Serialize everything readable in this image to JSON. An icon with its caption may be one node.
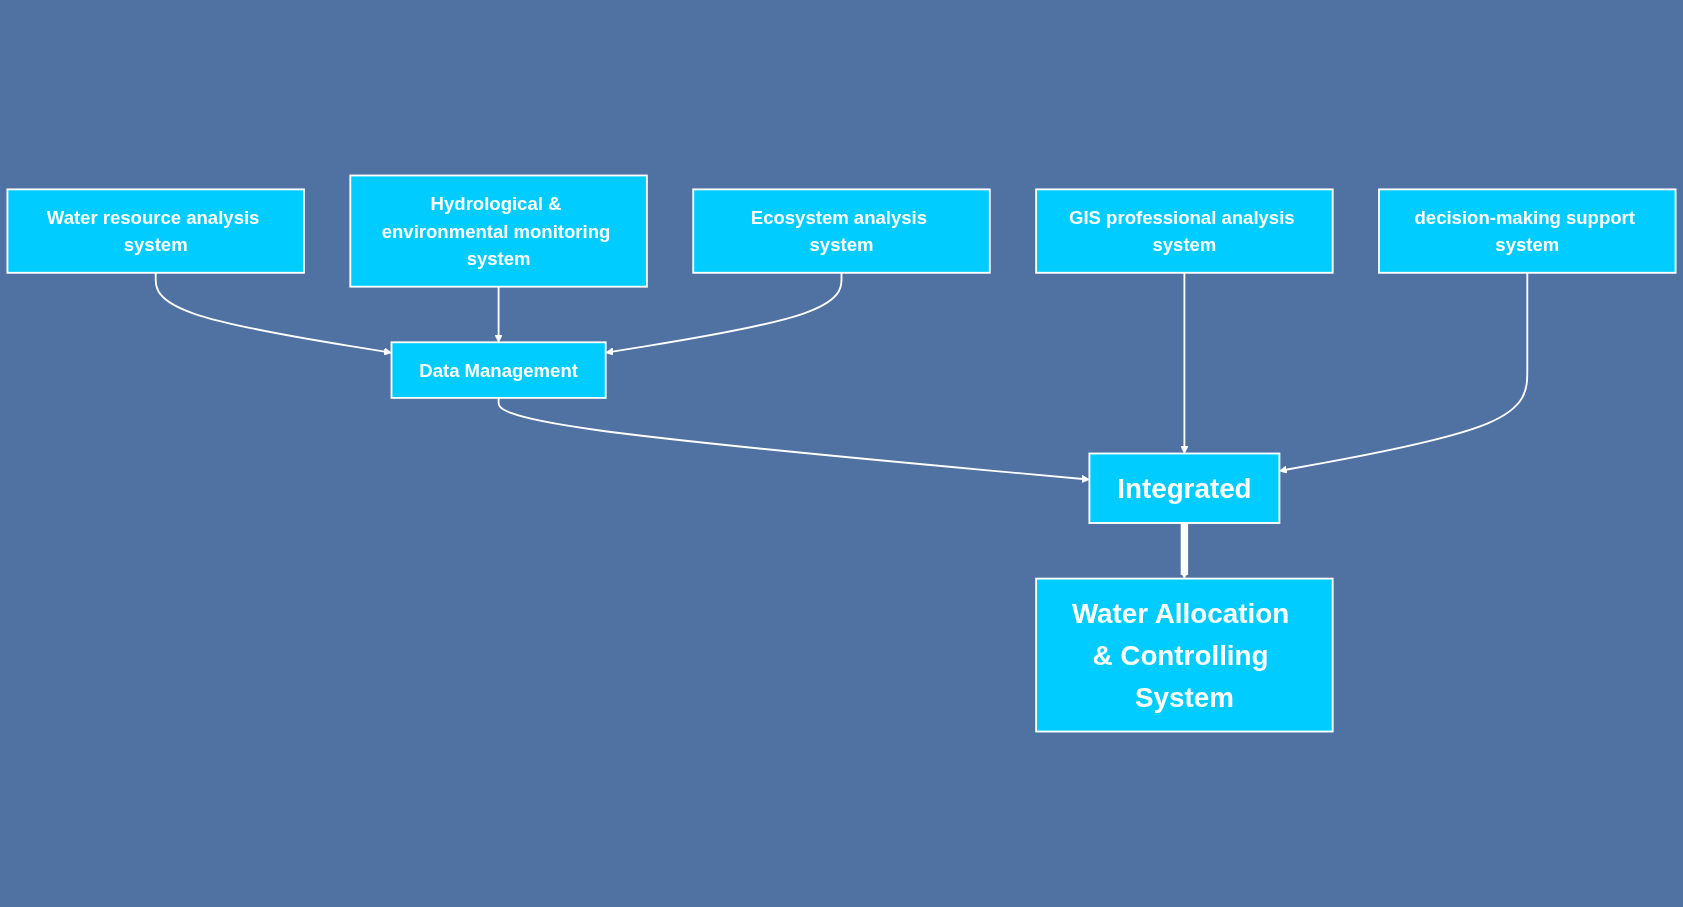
{
  "diagram": {
    "nodes": [
      {
        "text": [
          "Water resource analysis system"
        ]
      },
      {
        "text": [
          "Hydrological & environmental monitoring system"
        ]
      },
      {
        "text": [
          "Ecosystem analysis system"
        ]
      },
      {
        "text": [
          "Data Management"
        ]
      },
      {
        "text": [
          "GIS professional analysis system"
        ]
      },
      {
        "text": [
          "decision-making support system"
        ]
      },
      {
        "text": [
          "Integrated"
        ]
      },
      {
        "text": [
          "Water Allocation & Controlling System"
        ]
      }
    ],
    "edges": [
      {
        "from": 0,
        "to": 3,
        "arrow": "to"
      },
      {
        "from": 1,
        "to": 3,
        "arrow": "to"
      },
      {
        "from": 2,
        "to": 3,
        "arrow": "to"
      },
      {
        "from": 3,
        "to": 6,
        "arrow": "to"
      },
      {
        "from": 4,
        "to": 6,
        "arrow": "to"
      },
      {
        "from": 5,
        "to": 6,
        "arrow": "to"
      },
      {
        "from": 6,
        "to": 7,
        "arrow": "to",
        "style": "thick"
      }
    ]
  }
}
